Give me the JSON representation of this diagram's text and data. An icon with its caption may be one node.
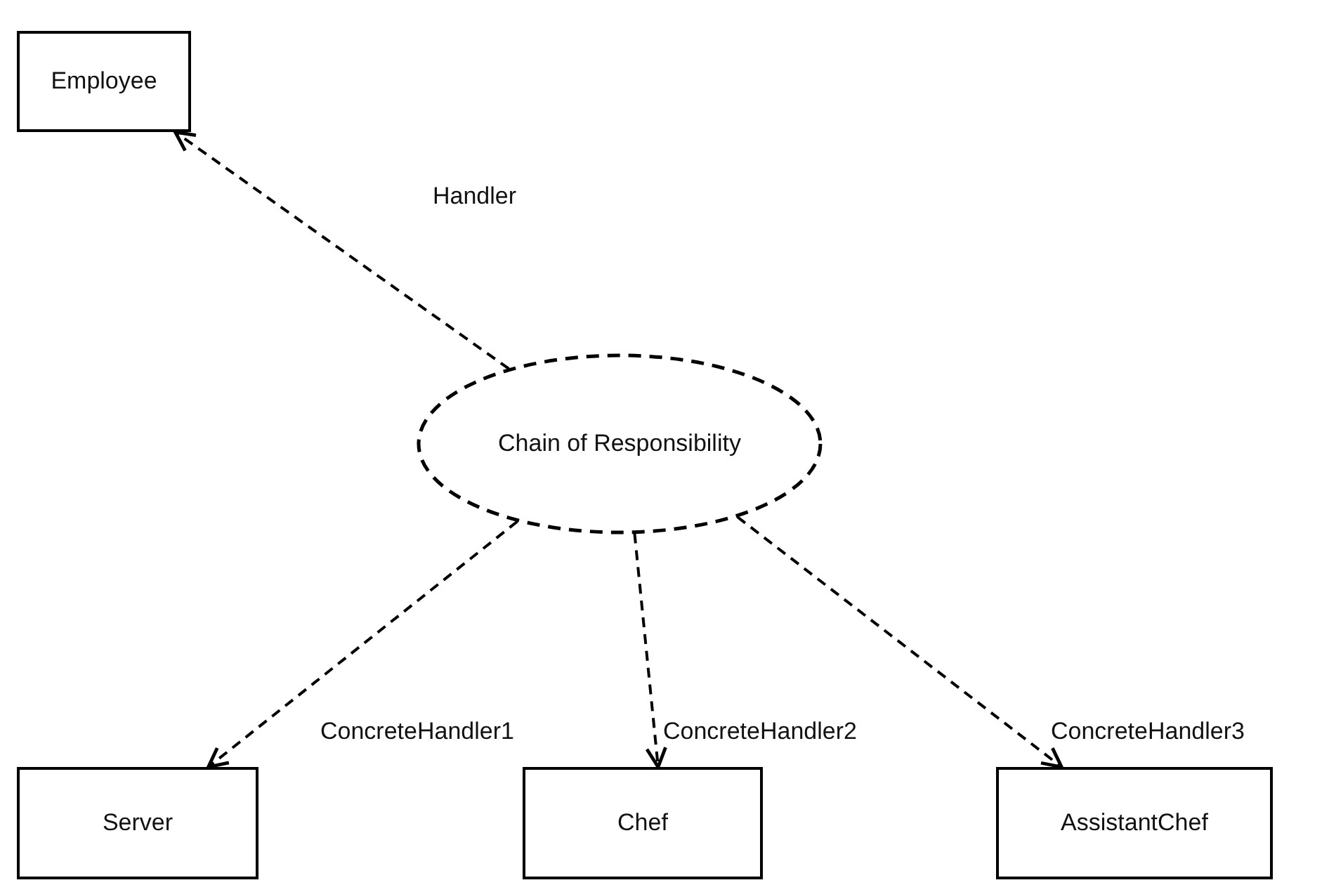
{
  "diagram": {
    "nodes": [
      {
        "text": [
          "Employee"
        ]
      },
      {
        "text": [
          "Chain of Responsibility"
        ]
      },
      {
        "text": [
          "Server"
        ]
      },
      {
        "text": [
          "Chef"
        ]
      },
      {
        "text": [
          "AssistantChef"
        ]
      }
    ],
    "edges": [
      {
        "from": 1,
        "to": 0,
        "arrow": "to",
        "style": "dashed",
        "label": "Handler"
      },
      {
        "from": 1,
        "to": 2,
        "arrow": "to",
        "style": "dashed",
        "label": "ConcreteHandler1"
      },
      {
        "from": 1,
        "to": 3,
        "arrow": "to",
        "style": "dashed",
        "label": "ConcreteHandler2"
      },
      {
        "from": 1,
        "to": 4,
        "arrow": "to",
        "style": "dashed",
        "label": "ConcreteHandler3"
      }
    ]
  }
}
